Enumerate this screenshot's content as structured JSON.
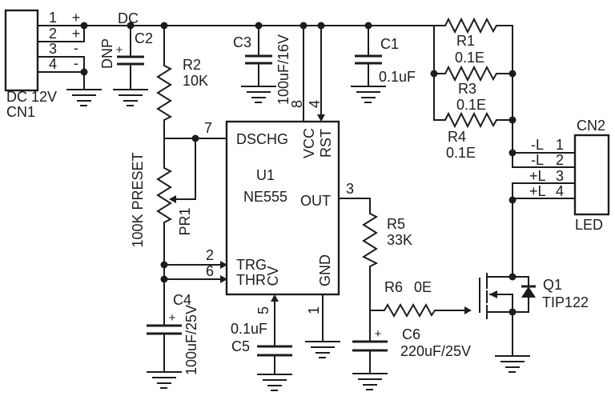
{
  "net_dc": "DC",
  "cn1": {
    "ref": "CN1",
    "label": "DC 12V",
    "p1": "1",
    "p2": "2",
    "p3": "3",
    "p4": "4",
    "s1": "+",
    "s2": "+",
    "s3": "-",
    "s4": "-"
  },
  "c2": {
    "ref": "C2",
    "note": "DNP",
    "plus": "+"
  },
  "r2": {
    "ref": "R2",
    "value": "10K"
  },
  "c3": {
    "ref": "C3",
    "value": "100uF/16V"
  },
  "c1": {
    "ref": "C1",
    "value": "0.1uF"
  },
  "r1": {
    "ref": "R1",
    "value": "0.1E"
  },
  "r3": {
    "ref": "R3",
    "value": "0.1E"
  },
  "r4": {
    "ref": "R4",
    "value": "0.1E"
  },
  "u1": {
    "ref": "U1",
    "part": "NE555",
    "dschg": "DSCHG",
    "vcc": "VCC",
    "rst": "RST",
    "out": "OUT",
    "trg": "TRG",
    "thr": "THR",
    "cv": "CV",
    "gnd": "GND",
    "n7": "7",
    "n8": "8",
    "n4": "4",
    "n3": "3",
    "n2": "2",
    "n6": "6",
    "n5": "5",
    "n1": "1"
  },
  "pr1": {
    "ref": "PR1",
    "value": "100K PRESET"
  },
  "c4": {
    "ref": "C4",
    "value": "100uF/25V",
    "plus": "+"
  },
  "c5": {
    "ref": "C5",
    "value": "0.1uF"
  },
  "r5": {
    "ref": "R5",
    "value": "33K"
  },
  "r6": {
    "ref": "R6",
    "value": "0E"
  },
  "c6": {
    "ref": "C6",
    "value": "220uF/25V",
    "plus": "+"
  },
  "q1": {
    "ref": "Q1",
    "part": "TIP122"
  },
  "cn2": {
    "ref": "CN2",
    "label": "LED",
    "rows": [
      {
        "sig": "-L",
        "num": "1"
      },
      {
        "sig": "-L",
        "num": "2"
      },
      {
        "sig": "+L",
        "num": "3"
      },
      {
        "sig": "+L",
        "num": "4"
      }
    ]
  }
}
